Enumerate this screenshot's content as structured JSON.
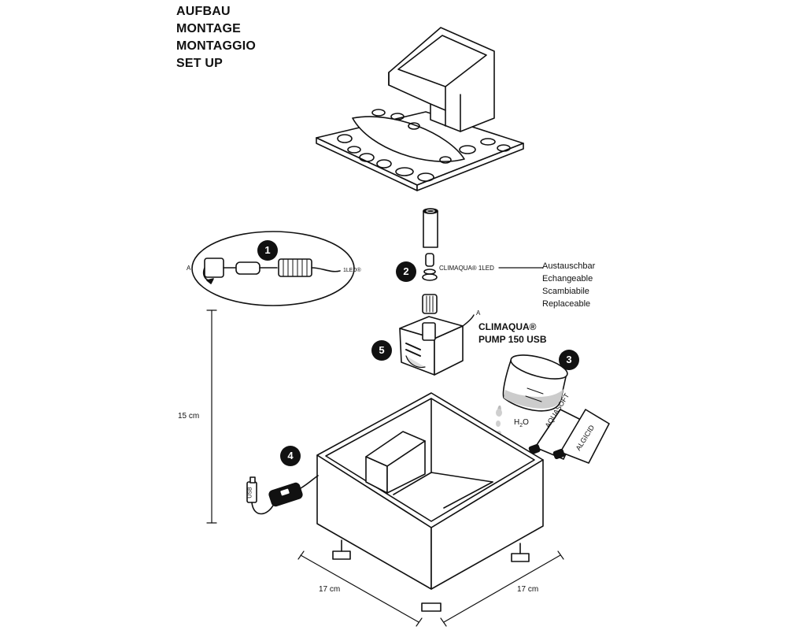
{
  "titles": [
    "AUFBAU",
    "MONTAGE",
    "MONTAGGIO",
    "SET UP"
  ],
  "callouts": [
    "1",
    "2",
    "3",
    "4",
    "5"
  ],
  "led": {
    "label": "CLIMAQUA® 1LED",
    "replaceable": [
      "Austauschbar",
      "Echangeable",
      "Scambiabile",
      "Replaceable"
    ]
  },
  "detail": {
    "marker": "A",
    "led_label": "1LED®"
  },
  "pump": {
    "line1": "CLIMAQUA®",
    "line2": "PUMP 150 USB",
    "marker": "A"
  },
  "water": {
    "h2o_base": "H",
    "h2o_sub": "2",
    "h2o_tail": "O"
  },
  "bottles": [
    "AQUASOFT",
    "ALGICID"
  ],
  "usb": {
    "label": "USB"
  },
  "dimensions": {
    "height": "15 cm",
    "width": "17 cm",
    "depth": "17 cm"
  }
}
